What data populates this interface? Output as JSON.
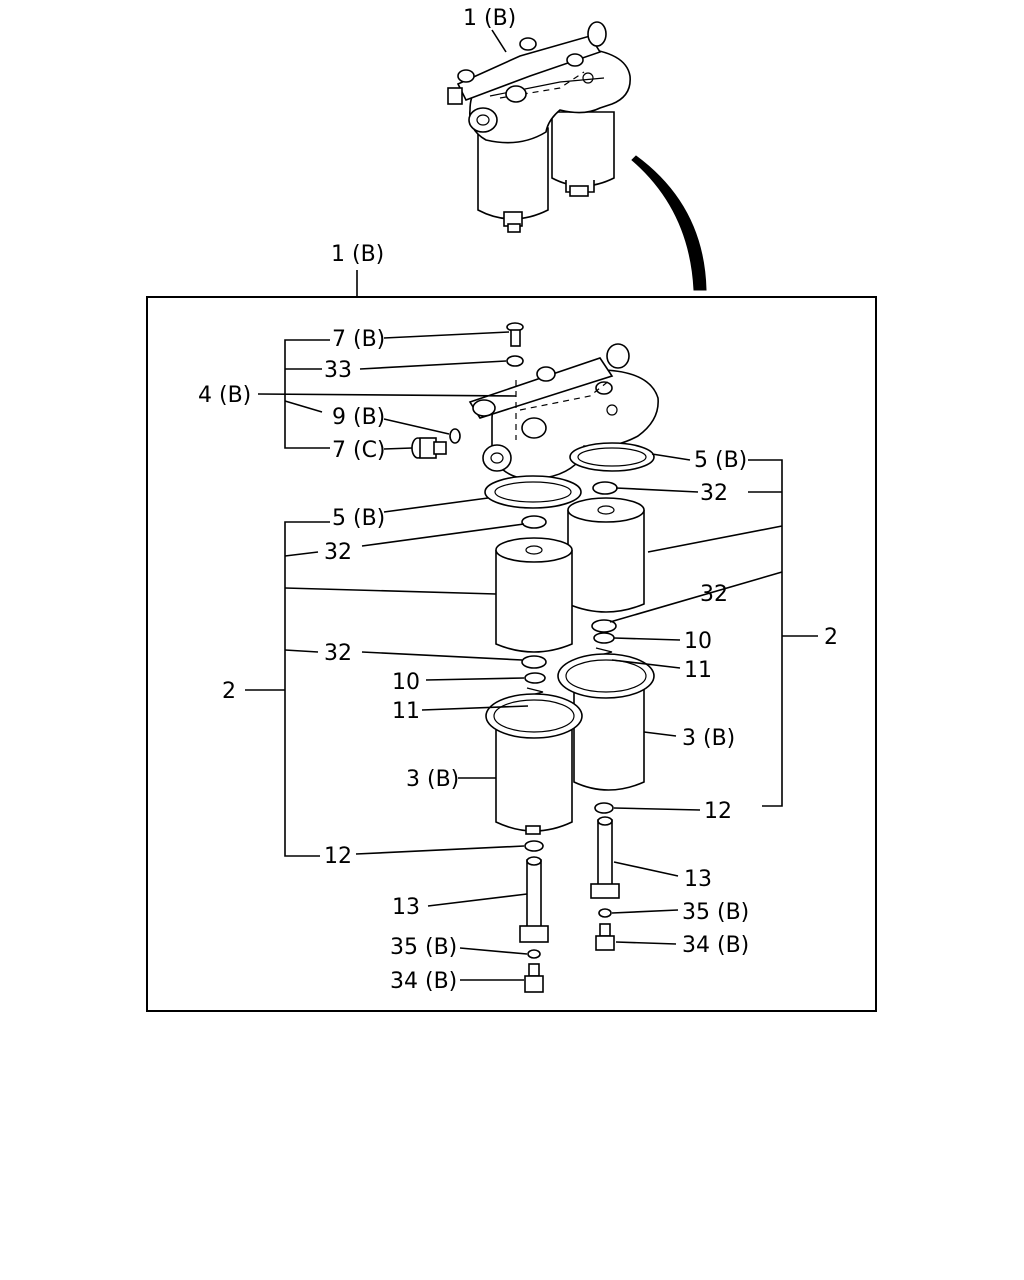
{
  "labels": {
    "top_assembly": "1 (B)",
    "frame_title": "1 (B)",
    "bolt_7b": "7 (B)",
    "washer_33": "33",
    "plug_4b": "4 (B)",
    "washer_9b": "9 (B)",
    "bolt_7c": "7 (C)",
    "gasket_5b_right": "5 (B)",
    "gasket_5b_left": "5 (B)",
    "oring_32_right_top": "32",
    "oring_32_left_top": "32",
    "oring_32_right_bottom": "32",
    "oring_32_left_bottom": "32",
    "washer_10_right": "10",
    "washer_10_left": "10",
    "spring_11_right": "11",
    "spring_11_left": "11",
    "group_2_left": "2",
    "group_2_right": "2",
    "case_3b_right": "3 (B)",
    "case_3b_left": "3 (B)",
    "oring_12_right": "12",
    "oring_12_left": "12",
    "bolt_13_right": "13",
    "bolt_13_left": "13",
    "washer_35b_right": "35 (B)",
    "washer_35b_left": "35 (B)",
    "plug_34b_right": "34 (B)",
    "plug_34b_left": "34 (B)"
  }
}
